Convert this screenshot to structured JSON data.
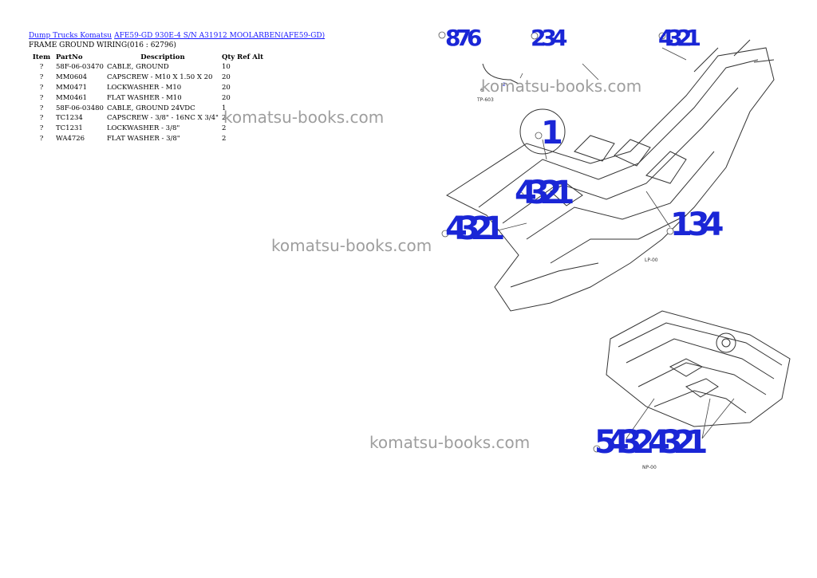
{
  "breadcrumb": {
    "link1": "Dump Trucks Komatsu",
    "link2": "AFE59-GD 930E-4 S/N A31912 MOOLARBEN(AFE59-GD)"
  },
  "page_title": "FRAME GROUND WIRING(016 : 62796)",
  "table": {
    "headers": [
      "Item",
      "PartNo",
      "Description",
      "Qty Ref Alt"
    ],
    "rows": [
      {
        "item": "?",
        "partno": "58F-06-03470",
        "description": "CABLE, GROUND",
        "qty": "10"
      },
      {
        "item": "?",
        "partno": "MM0604",
        "description": "CAPSCREW - M10 X 1.50 X 20",
        "qty": "20"
      },
      {
        "item": "?",
        "partno": "MM0471",
        "description": "LOCKWASHER - M10",
        "qty": "20"
      },
      {
        "item": "?",
        "partno": "MM0461",
        "description": "FLAT WASHER - M10",
        "qty": "20"
      },
      {
        "item": "?",
        "partno": "58F-06-03480",
        "description": "CABLE, GROUND 24VDC",
        "qty": "1"
      },
      {
        "item": "?",
        "partno": "TC1234",
        "description": "CAPSCREW - 3/8\" - 16NC X 3/4\"",
        "qty": "2"
      },
      {
        "item": "?",
        "partno": "TC1231",
        "description": "LOCKWASHER - 3/8\"",
        "qty": "2"
      },
      {
        "item": "?",
        "partno": "WA4726",
        "description": "FLAT WASHER - 3/8\"",
        "qty": "2"
      }
    ]
  },
  "watermarks": [
    "komatsu-books.com",
    "komatsu-books.com",
    "komatsu-books.com",
    "komatsu-books.com"
  ],
  "diagram": {
    "callouts": [
      "876",
      "234",
      "4321",
      "1",
      "4321",
      "4321",
      "1 34",
      "5432",
      "4321"
    ],
    "labels": [
      "6",
      "TP-603",
      "2",
      "LP-00",
      "NP-00"
    ]
  },
  "colors": {
    "link": "#1a1aff",
    "callout": "#1a26d6",
    "watermark": "#8e8e8e"
  }
}
